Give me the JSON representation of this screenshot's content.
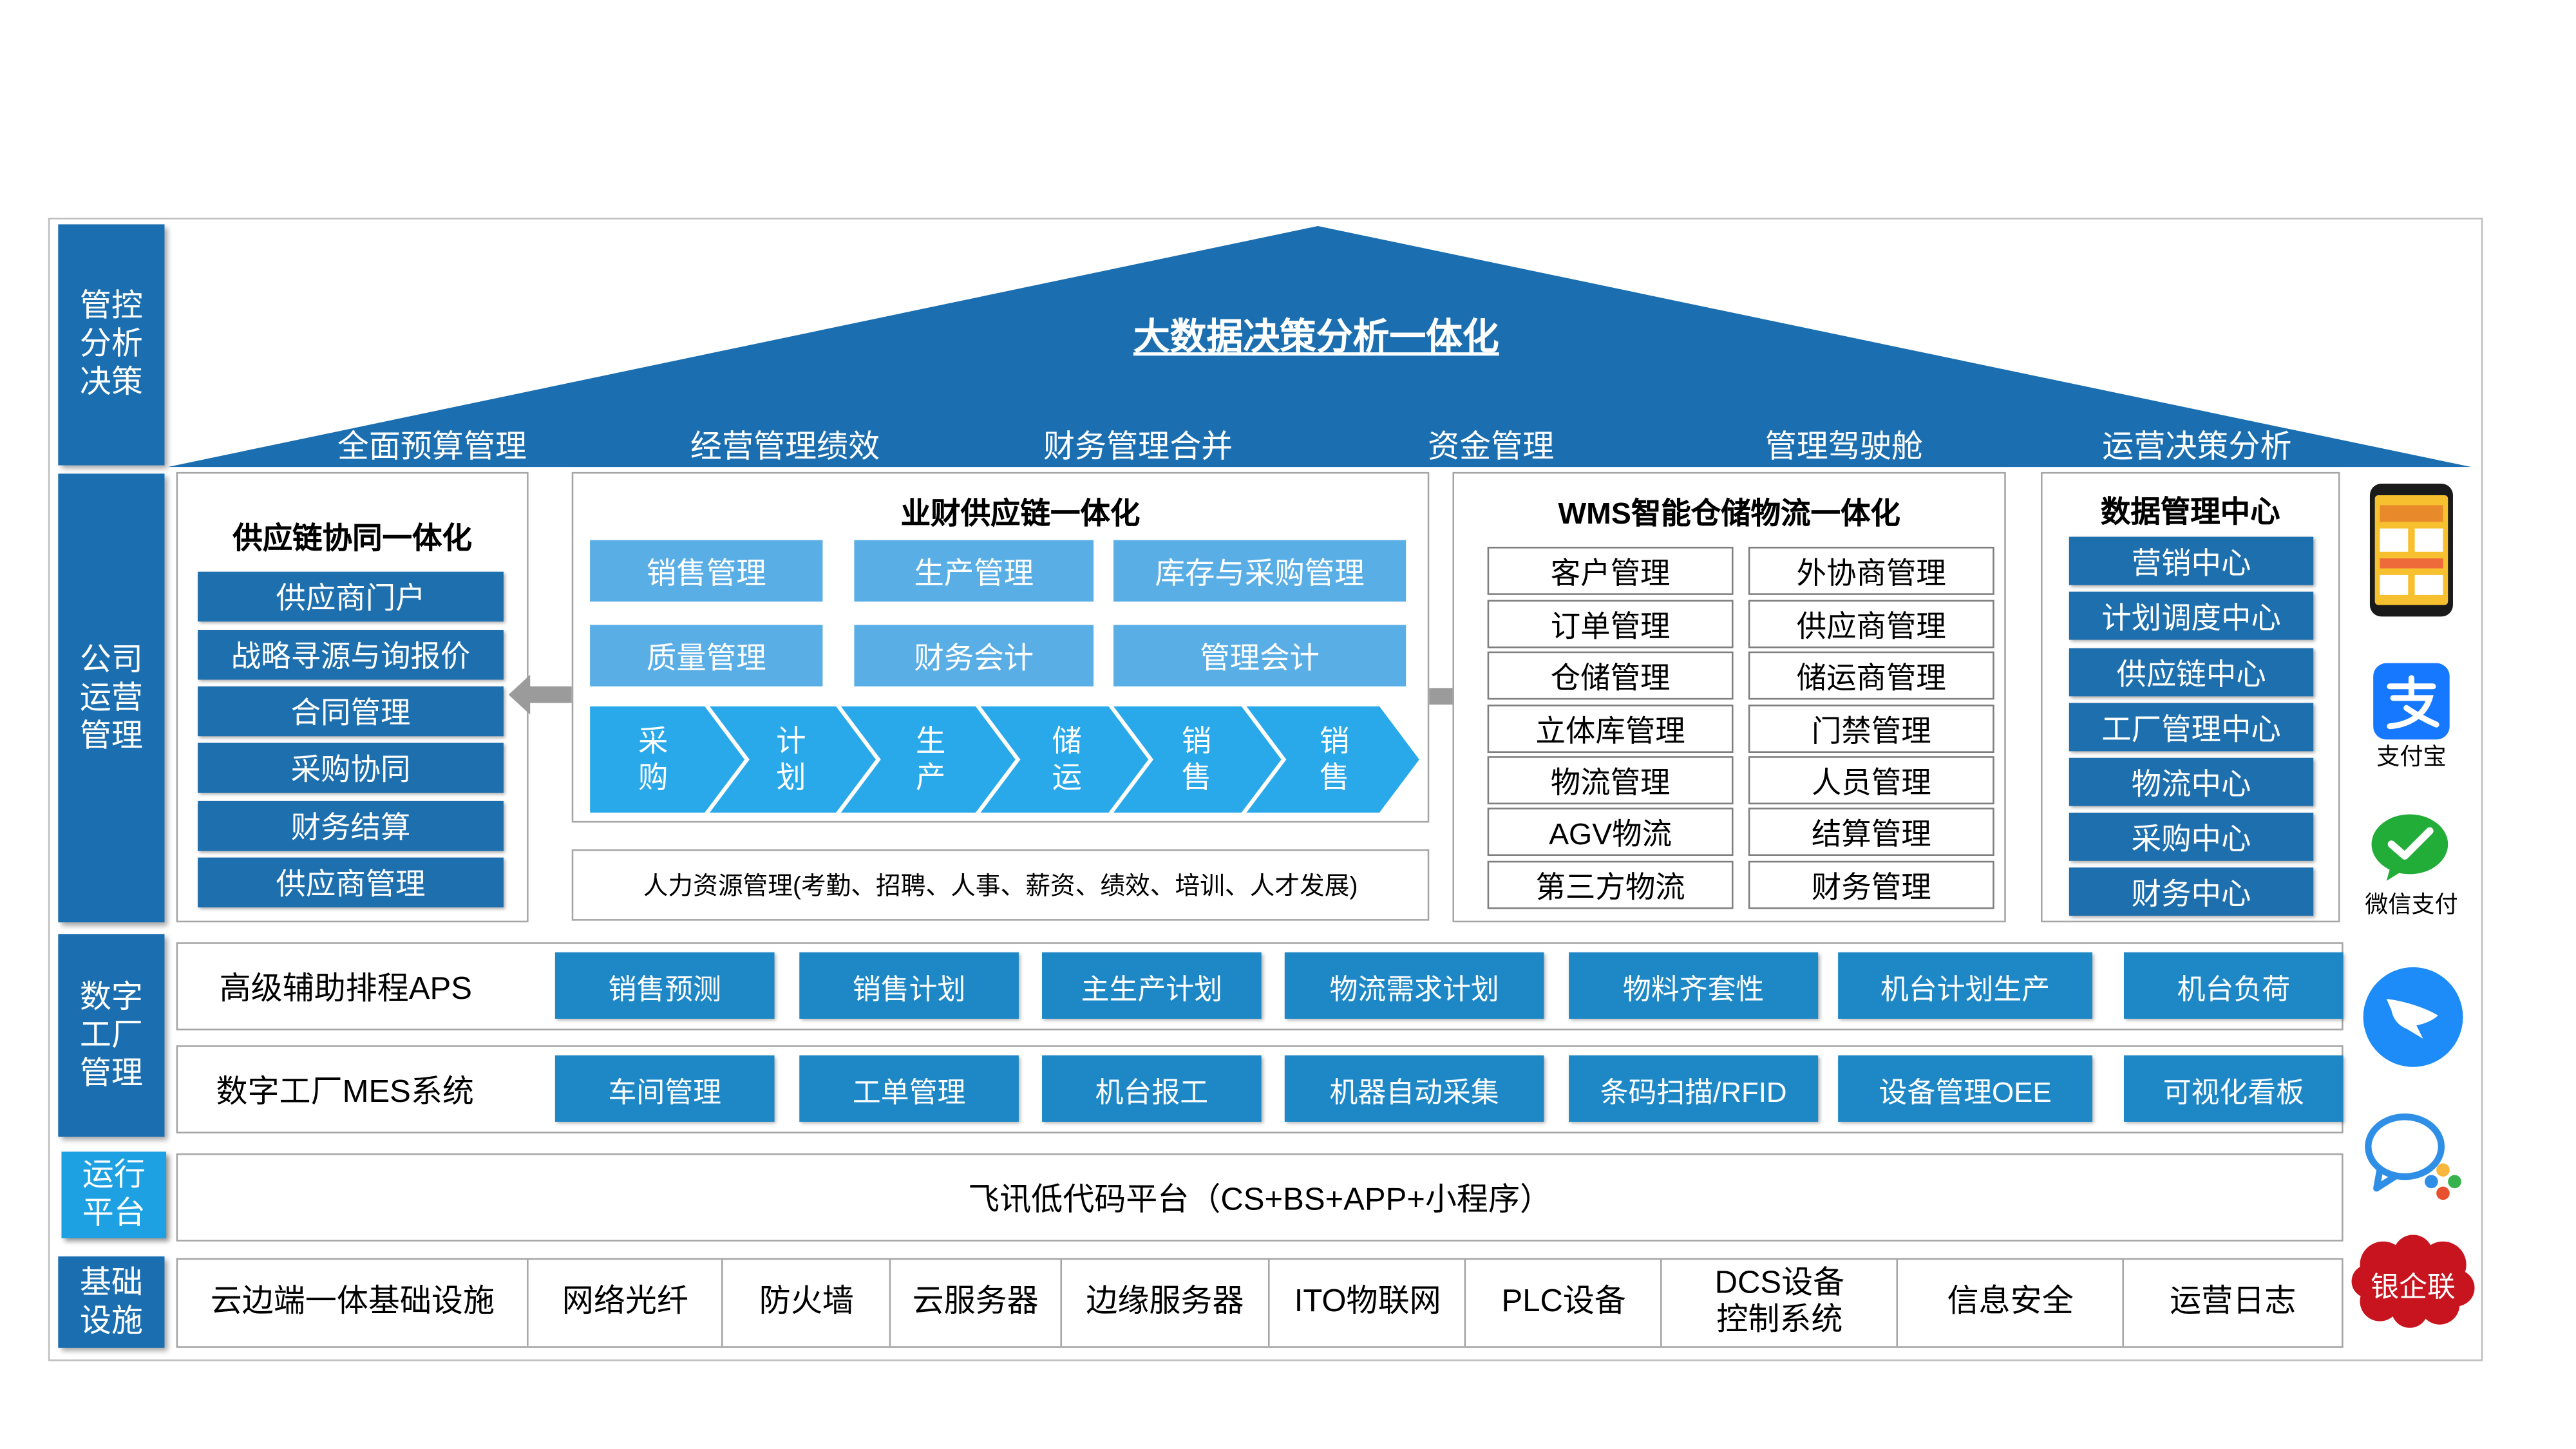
{
  "categories": {
    "control": "管控分析决策",
    "operations": "公司运营管理",
    "factory": "数字工厂管理",
    "platform": "运行平台",
    "infrastructure": "基础设施"
  },
  "roof": {
    "title": "大数据决策分析一体化",
    "items": [
      "全面预算管理",
      "经营管理绩效",
      "财务管理合并",
      "资金管理",
      "管理驾驶舱",
      "运营决策分析"
    ]
  },
  "supply_chain": {
    "title": "供应链协同一体化",
    "items": [
      "供应商门户",
      "战略寻源与询报价",
      "合同管理",
      "采购协同",
      "财务结算",
      "供应商管理"
    ]
  },
  "business_finance": {
    "title": "业财供应链一体化",
    "row1": [
      "销售管理",
      "生产管理",
      "库存与采购管理"
    ],
    "row2": [
      "质量管理",
      "财务会计",
      "管理会计"
    ],
    "flow": [
      "采\n购",
      "计\n划",
      "生\n产",
      "储\n运",
      "销\n售",
      "销\n售"
    ],
    "hr": "人力资源管理(考勤、招聘、人事、薪资、绩效、培训、人才发展)"
  },
  "wms": {
    "title": "WMS智能仓储物流一体化",
    "left": [
      "客户管理",
      "订单管理",
      "仓储管理",
      "立体库管理",
      "物流管理",
      "AGV物流",
      "第三方物流"
    ],
    "right": [
      "外协商管理",
      "供应商管理",
      "储运商管理",
      "门禁管理",
      "人员管理",
      "结算管理",
      "财务管理"
    ]
  },
  "data_center": {
    "title": "数据管理中心",
    "items": [
      "营销中心",
      "计划调度中心",
      "供应链中心",
      "工厂管理中心",
      "物流中心",
      "采购中心",
      "财务中心"
    ]
  },
  "aps": {
    "label": "高级辅助排程APS",
    "items": [
      "销售预测",
      "销售计划",
      "主生产计划",
      "物流需求计划",
      "物料齐套性",
      "机台计划生产",
      "机台负荷"
    ]
  },
  "mes": {
    "label": "数字工厂MES系统",
    "items": [
      "车间管理",
      "工单管理",
      "机台报工",
      "机器自动采集",
      "条码扫描/RFID",
      "设备管理OEE",
      "可视化看板"
    ]
  },
  "platform": {
    "text": "飞讯低代码平台（CS+BS+APP+小程序）"
  },
  "infra": {
    "items": [
      "云边端一体基础设施",
      "网络光纤",
      "防火墙",
      "云服务器",
      "边缘服务器",
      "ITO物联网",
      "PLC设备",
      "DCS设备\n控制系统",
      "信息安全",
      "运营日志"
    ]
  },
  "side_icons": {
    "names": [
      "mobile-app-icon",
      "alipay-icon",
      "wechat-pay-icon",
      "dingtalk-icon",
      "enterprise-wechat-icon",
      "unionpay-icon"
    ],
    "labels": {
      "alipay": "支付宝",
      "wechat": "微信支付",
      "unionpay": "银企联"
    }
  },
  "colors": {
    "dark_blue": "#1e6fae",
    "light_blue": "#5aaee6",
    "mid_blue": "#1e88c7",
    "bright_blue": "#1da1e3",
    "flow_arrow": "#29a8ea"
  }
}
